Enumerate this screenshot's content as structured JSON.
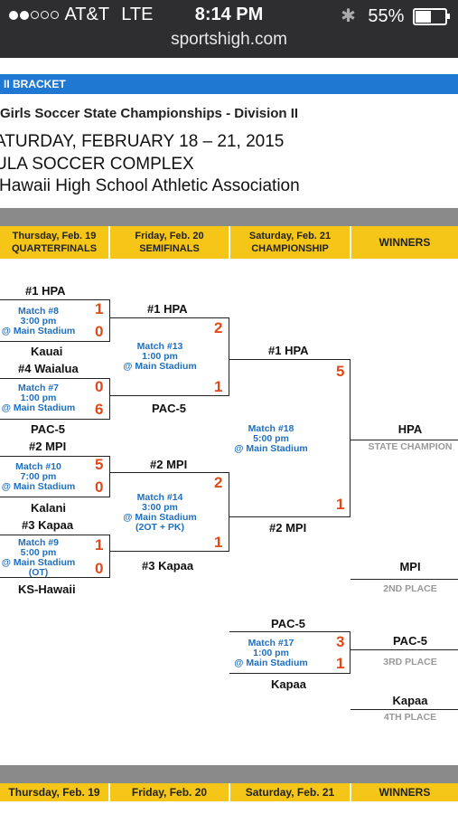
{
  "status": {
    "carrier": "AT&T",
    "network": "LTE",
    "time": "8:14 PM",
    "battery": "55%",
    "battery_level": 0.55,
    "url": "sportshigh.com"
  },
  "header": {
    "bracket_label": "II BRACKET",
    "title": "Girls Soccer State Championships - Division II",
    "dates": "ATURDAY, FEBRUARY 18 – 21, 2015",
    "venue": "ULA SOCCER COMPLEX",
    "org": "Hawaii High School Athletic Association"
  },
  "columns": [
    {
      "day": "Thursday, Feb. 19",
      "round": "QUARTERFINALS"
    },
    {
      "day": "Friday, Feb. 20",
      "round": "SEMIFINALS"
    },
    {
      "day": "Saturday, Feb. 21",
      "round": "CHAMPIONSHIP"
    },
    {
      "day": "WINNERS",
      "round": ""
    }
  ],
  "footer_columns": [
    "Thursday,  Feb. 19",
    "Friday,  Feb. 20",
    "Saturday,  Feb.  21",
    "WINNERS"
  ],
  "quarterfinals": [
    {
      "top": "#1 HPA",
      "top_score": "1",
      "bottom": "Kauai",
      "bottom_score": "0",
      "info": [
        "Match #8",
        "3:00 pm",
        "@ Main Stadium"
      ]
    },
    {
      "top": "#4 Waialua",
      "top_score": "0",
      "bottom": "PAC-5",
      "bottom_score": "6",
      "info": [
        "Match #7",
        "1:00 pm",
        "@ Main Stadium"
      ]
    },
    {
      "top": "#2 MPI",
      "top_score": "5",
      "bottom": "Kalani",
      "bottom_score": "0",
      "info": [
        "Match #10",
        "7:00 pm",
        "@ Main Stadium"
      ]
    },
    {
      "top": "#3 Kapaa",
      "top_score": "1",
      "bottom": "KS-Hawaii",
      "bottom_score": "0",
      "info": [
        "Match #9",
        "5:00 pm",
        "@ Main Stadium",
        "(OT)"
      ]
    }
  ],
  "semifinals": [
    {
      "top": "#1 HPA",
      "top_score": "2",
      "bottom": "PAC-5",
      "bottom_score": "1",
      "info": [
        "Match #13",
        "1:00 pm",
        "@ Main Stadium"
      ]
    },
    {
      "top": "#2 MPI",
      "top_score": "2",
      "bottom": "#3 Kapaa",
      "bottom_score": "1",
      "info": [
        "Match #14",
        "3:00 pm",
        "@ Main Stadium",
        "(2OT + PK)"
      ]
    }
  ],
  "championship": {
    "top": "#1 HPA",
    "top_score": "5",
    "bottom": "#2 MPI",
    "bottom_score": "1",
    "info": [
      "Match #18",
      "5:00 pm",
      "@ Main Stadium"
    ]
  },
  "third_place_match": {
    "top": "PAC-5",
    "top_score": "3",
    "bottom": "Kapaa",
    "bottom_score": "1",
    "info": [
      "Match #17",
      "1:00 pm",
      "@ Main Stadium"
    ]
  },
  "winners": [
    {
      "team": "HPA",
      "place": "STATE CHAMPION"
    },
    {
      "team": "MPI",
      "place": "2ND PLACE"
    },
    {
      "team": "PAC-5",
      "place": "3RD PLACE"
    },
    {
      "team": "Kapaa",
      "place": "4TH PLACE"
    }
  ],
  "colors": {
    "status_bar": "#2e2e30",
    "bracket_bar": "#1f78d1",
    "header_yellow": "#f5c518",
    "score": "#e04a1a",
    "match_info": "#1f6fbf"
  }
}
